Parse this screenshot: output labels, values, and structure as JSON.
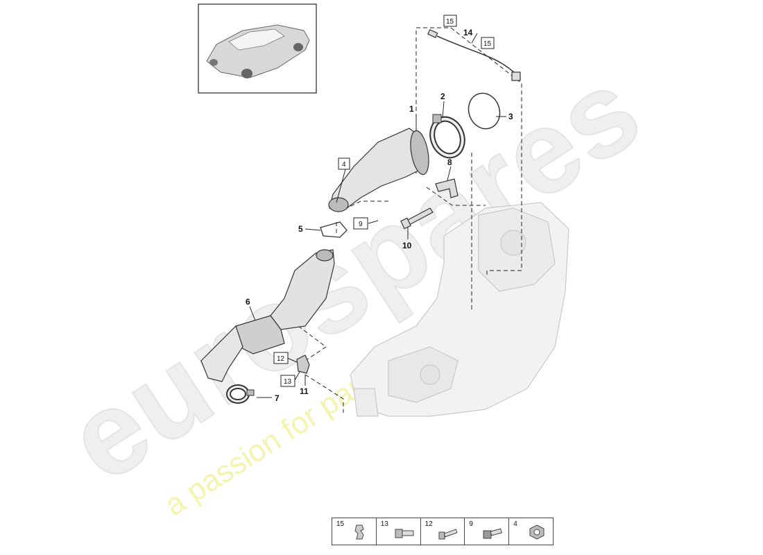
{
  "watermark": {
    "brand": "eurospares",
    "tagline": "a passion for parts since 1985"
  },
  "callouts": [
    {
      "id": "1",
      "label": "1"
    },
    {
      "id": "2",
      "label": "2"
    },
    {
      "id": "3",
      "label": "3"
    },
    {
      "id": "5",
      "label": "5"
    },
    {
      "id": "6",
      "label": "6"
    },
    {
      "id": "7",
      "label": "7"
    },
    {
      "id": "8",
      "label": "8"
    },
    {
      "id": "10",
      "label": "10"
    },
    {
      "id": "11",
      "label": "11"
    },
    {
      "id": "14",
      "label": "14"
    }
  ],
  "boxed_callouts": [
    {
      "id": "4",
      "label": "4"
    },
    {
      "id": "9",
      "label": "9"
    },
    {
      "id": "12",
      "label": "12"
    },
    {
      "id": "13",
      "label": "13"
    },
    {
      "id": "15a",
      "label": "15"
    },
    {
      "id": "15b",
      "label": "15"
    }
  ],
  "legend": [
    {
      "number": "15",
      "icon": "clip-icon"
    },
    {
      "number": "13",
      "icon": "bolt-icon"
    },
    {
      "number": "12",
      "icon": "bolt-icon"
    },
    {
      "number": "9",
      "icon": "bolt-icon"
    },
    {
      "number": "4",
      "icon": "nut-icon"
    }
  ],
  "colors": {
    "line": "#222222",
    "part_fill": "#e6e6e6",
    "part_dark": "#9a9a9a",
    "watermark_text": "#efefef",
    "watermark_tagline": "#f4f4ae"
  }
}
